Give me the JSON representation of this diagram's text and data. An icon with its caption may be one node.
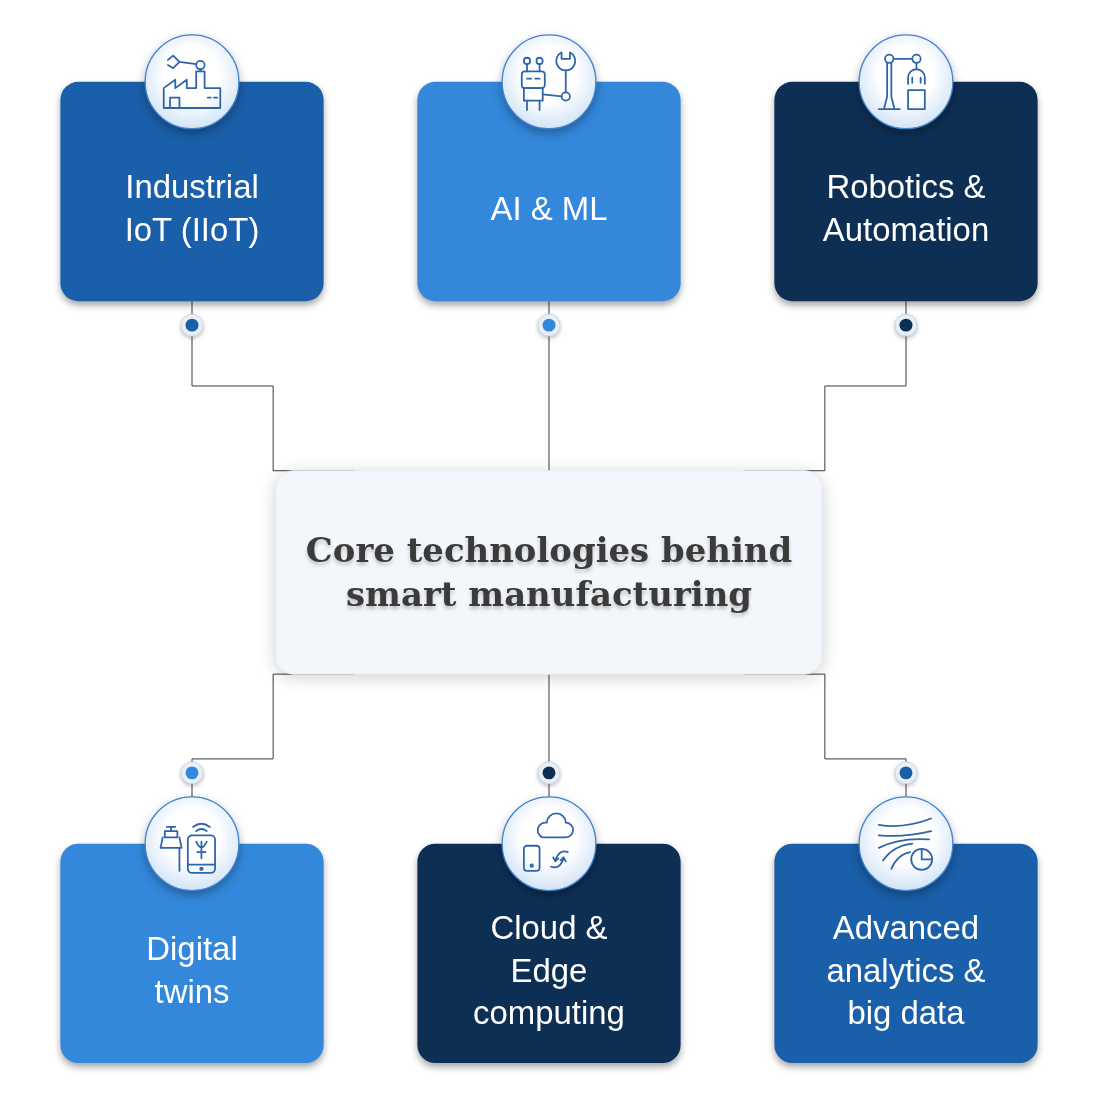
{
  "diagram": {
    "nodes": [
      {
        "text": [
          "Industrial IoT (IIoT)"
        ]
      },
      {
        "text": [
          "AI & ML"
        ]
      },
      {
        "text": [
          "Robotics & Automation"
        ]
      },
      {
        "text": [
          "Core technologies behind smart manufacturing"
        ]
      },
      {
        "text": [
          "Digital twins"
        ]
      },
      {
        "text": [
          "Cloud & Edge computing"
        ]
      },
      {
        "text": [
          "Advanced analytics & big data"
        ]
      }
    ],
    "edges": [
      {
        "from": 0,
        "to": 3,
        "arrow": "none"
      },
      {
        "from": 1,
        "to": 3,
        "arrow": "none"
      },
      {
        "from": 2,
        "to": 3,
        "arrow": "none"
      },
      {
        "from": 3,
        "to": 4,
        "arrow": "none"
      },
      {
        "from": 3,
        "to": 5,
        "arrow": "none"
      },
      {
        "from": 3,
        "to": 6,
        "arrow": "none"
      }
    ]
  }
}
